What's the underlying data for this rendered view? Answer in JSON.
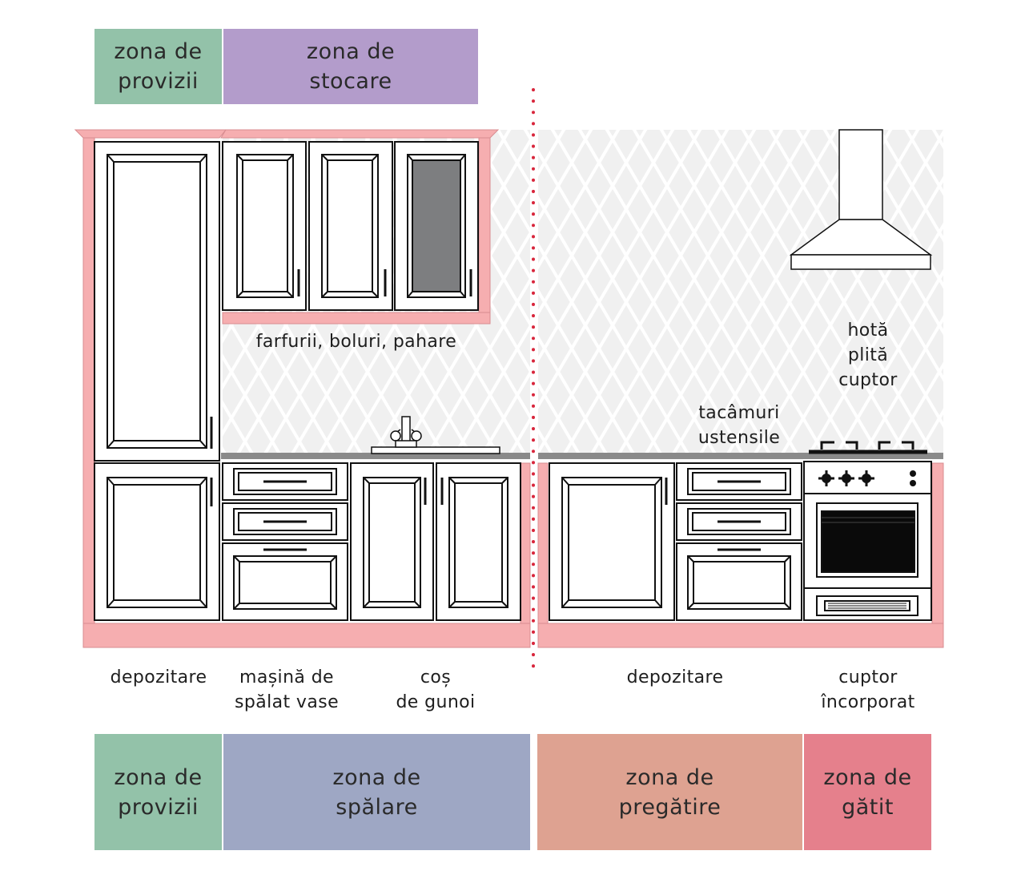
{
  "colors": {
    "provizii": "#93c2a9",
    "stocare": "#b39ccb",
    "spalare": "#9ea7c4",
    "pregatire": "#dea291",
    "gatit": "#e5808c",
    "cabinet_frame": "#f6aeb0",
    "countertop": "#8a8a8a",
    "wall_pattern": "#e6e6e6",
    "divider": "#d8263c"
  },
  "top_zones": {
    "provizii": "zona de\nprovizii",
    "stocare": "zona de\nstocare"
  },
  "bottom_zones": {
    "provizii": "zona de\nprovizii",
    "spalare": "zona de\nspălare",
    "pregatire": "zona de\npregătire",
    "gatit": "zona de\ngătit"
  },
  "labels": {
    "upper_cabinets": "farfurii, boluri, pahare",
    "stove": "hotă\nplită\ncuptor",
    "prep_drawers": "tacâmuri\nustensile",
    "pantry_base": "depozitare",
    "dishwasher": "mașină de\nspălat vase",
    "trash": "coș\nde gunoi",
    "prep_base": "depozitare",
    "oven": "cuptor\nîncorporat"
  }
}
